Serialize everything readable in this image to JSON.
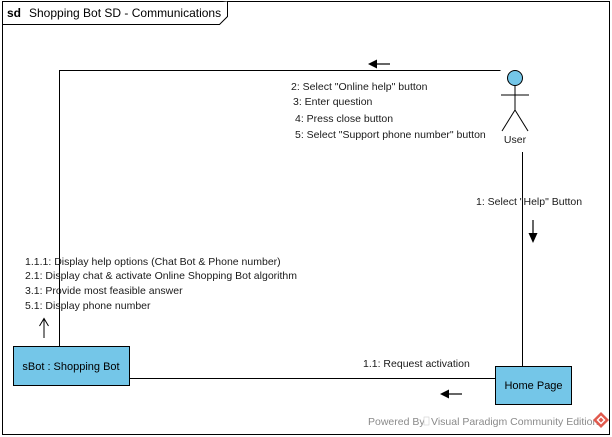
{
  "frame": {
    "keyword": "sd",
    "name": "Shopping Bot SD - Communications"
  },
  "actor": {
    "name": "User",
    "color": "#74c6e8"
  },
  "objects": {
    "bot": {
      "label": "sBot : Shopping Bot",
      "fill": "#74c6e8"
    },
    "homepage": {
      "label": "Home Page",
      "fill": "#74c6e8"
    }
  },
  "messages": {
    "user_to_homepage": [
      "1: Select \"Help\" Button"
    ],
    "homepage_to_bot": [
      "1.1: Request activation"
    ],
    "user_to_bot": [
      "2: Select \"Online help\" button",
      "3: Enter question",
      "4: Press close button",
      "5: Select \"Support phone number\" button"
    ],
    "bot_self": [
      "1.1.1: Display help options (Chat Bot & Phone number)",
      "2.1: Display chat & activate Online Shopping Bot algorithm",
      "3.1: Provide most feasible answer",
      "5.1: Display phone number"
    ]
  },
  "footer": {
    "powered_by": "Powered By",
    "product": "Visual Paradigm Community Edition",
    "logo_color": "#e05a4e"
  }
}
